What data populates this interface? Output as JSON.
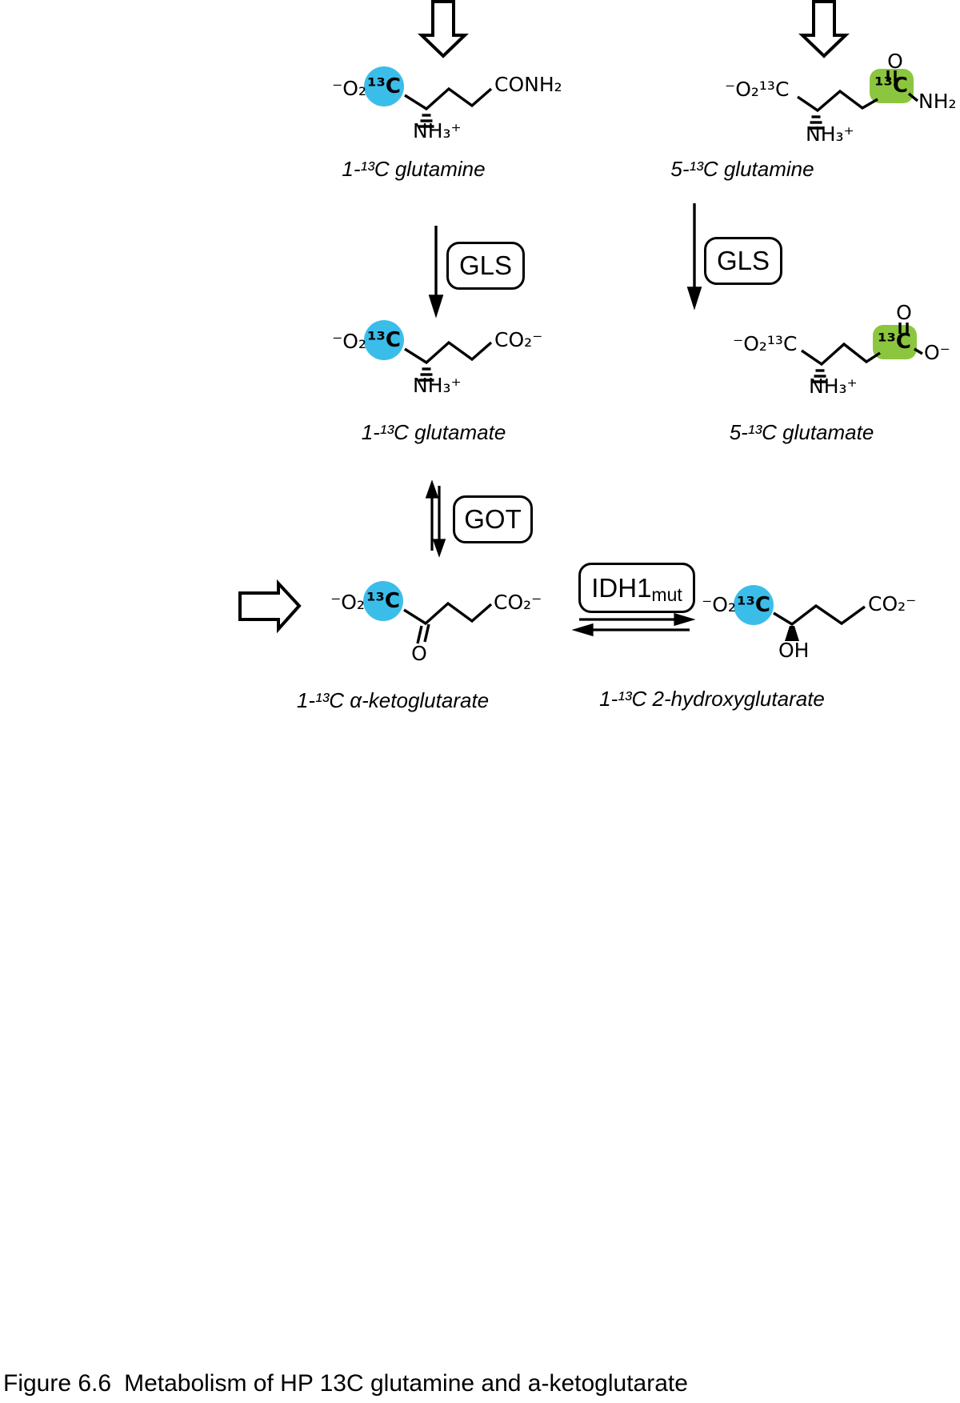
{
  "colors": {
    "highlight_cyan": "#3bbdea",
    "highlight_green": "#8cc63f",
    "ink": "#000000"
  },
  "molecules": {
    "glutamine_1": {
      "label": "1-¹³C glutamine",
      "carboxylate": "⁻O₂",
      "c13": "¹³C",
      "amide": "CONH₂",
      "ammonium": "NH₃⁺"
    },
    "glutamine_5": {
      "label": "5-¹³C glutamine",
      "carboxylate_c13": "⁻O₂¹³C",
      "c13": "¹³C",
      "carbonyl_o": "O",
      "amine": "NH₂",
      "ammonium": "NH₃⁺"
    },
    "glutamate_1": {
      "label": "1-¹³C glutamate",
      "carboxylate": "⁻O₂",
      "c13": "¹³C",
      "carboxylate_right": "CO₂⁻",
      "ammonium": "NH₃⁺"
    },
    "glutamate_5": {
      "label": "5-¹³C glutamate",
      "carboxylate_c13": "⁻O₂¹³C",
      "c13": "¹³C",
      "carbonyl_o": "O",
      "oxide": "O⁻",
      "ammonium": "NH₃⁺"
    },
    "ketoglutarate": {
      "label": "1-¹³C α-ketoglutarate",
      "carboxylate": "⁻O₂",
      "c13": "¹³C",
      "keto_o": "O",
      "carboxylate_right": "CO₂⁻"
    },
    "hydroxyglutarate": {
      "label": "1-¹³C 2-hydroxyglutarate",
      "carboxylate": "⁻O₂",
      "c13": "¹³C",
      "hydroxyl": "OH",
      "carboxylate_right": "CO₂⁻"
    }
  },
  "enzymes": {
    "gls_left": "GLS",
    "gls_right": "GLS",
    "got": "GOT",
    "idh1": {
      "label": "IDH1",
      "subscript": "mut"
    }
  },
  "caption": {
    "figure": "Figure 6.6",
    "text": "Metabolism of HP 13C glutamine and a-ketoglutarate"
  }
}
